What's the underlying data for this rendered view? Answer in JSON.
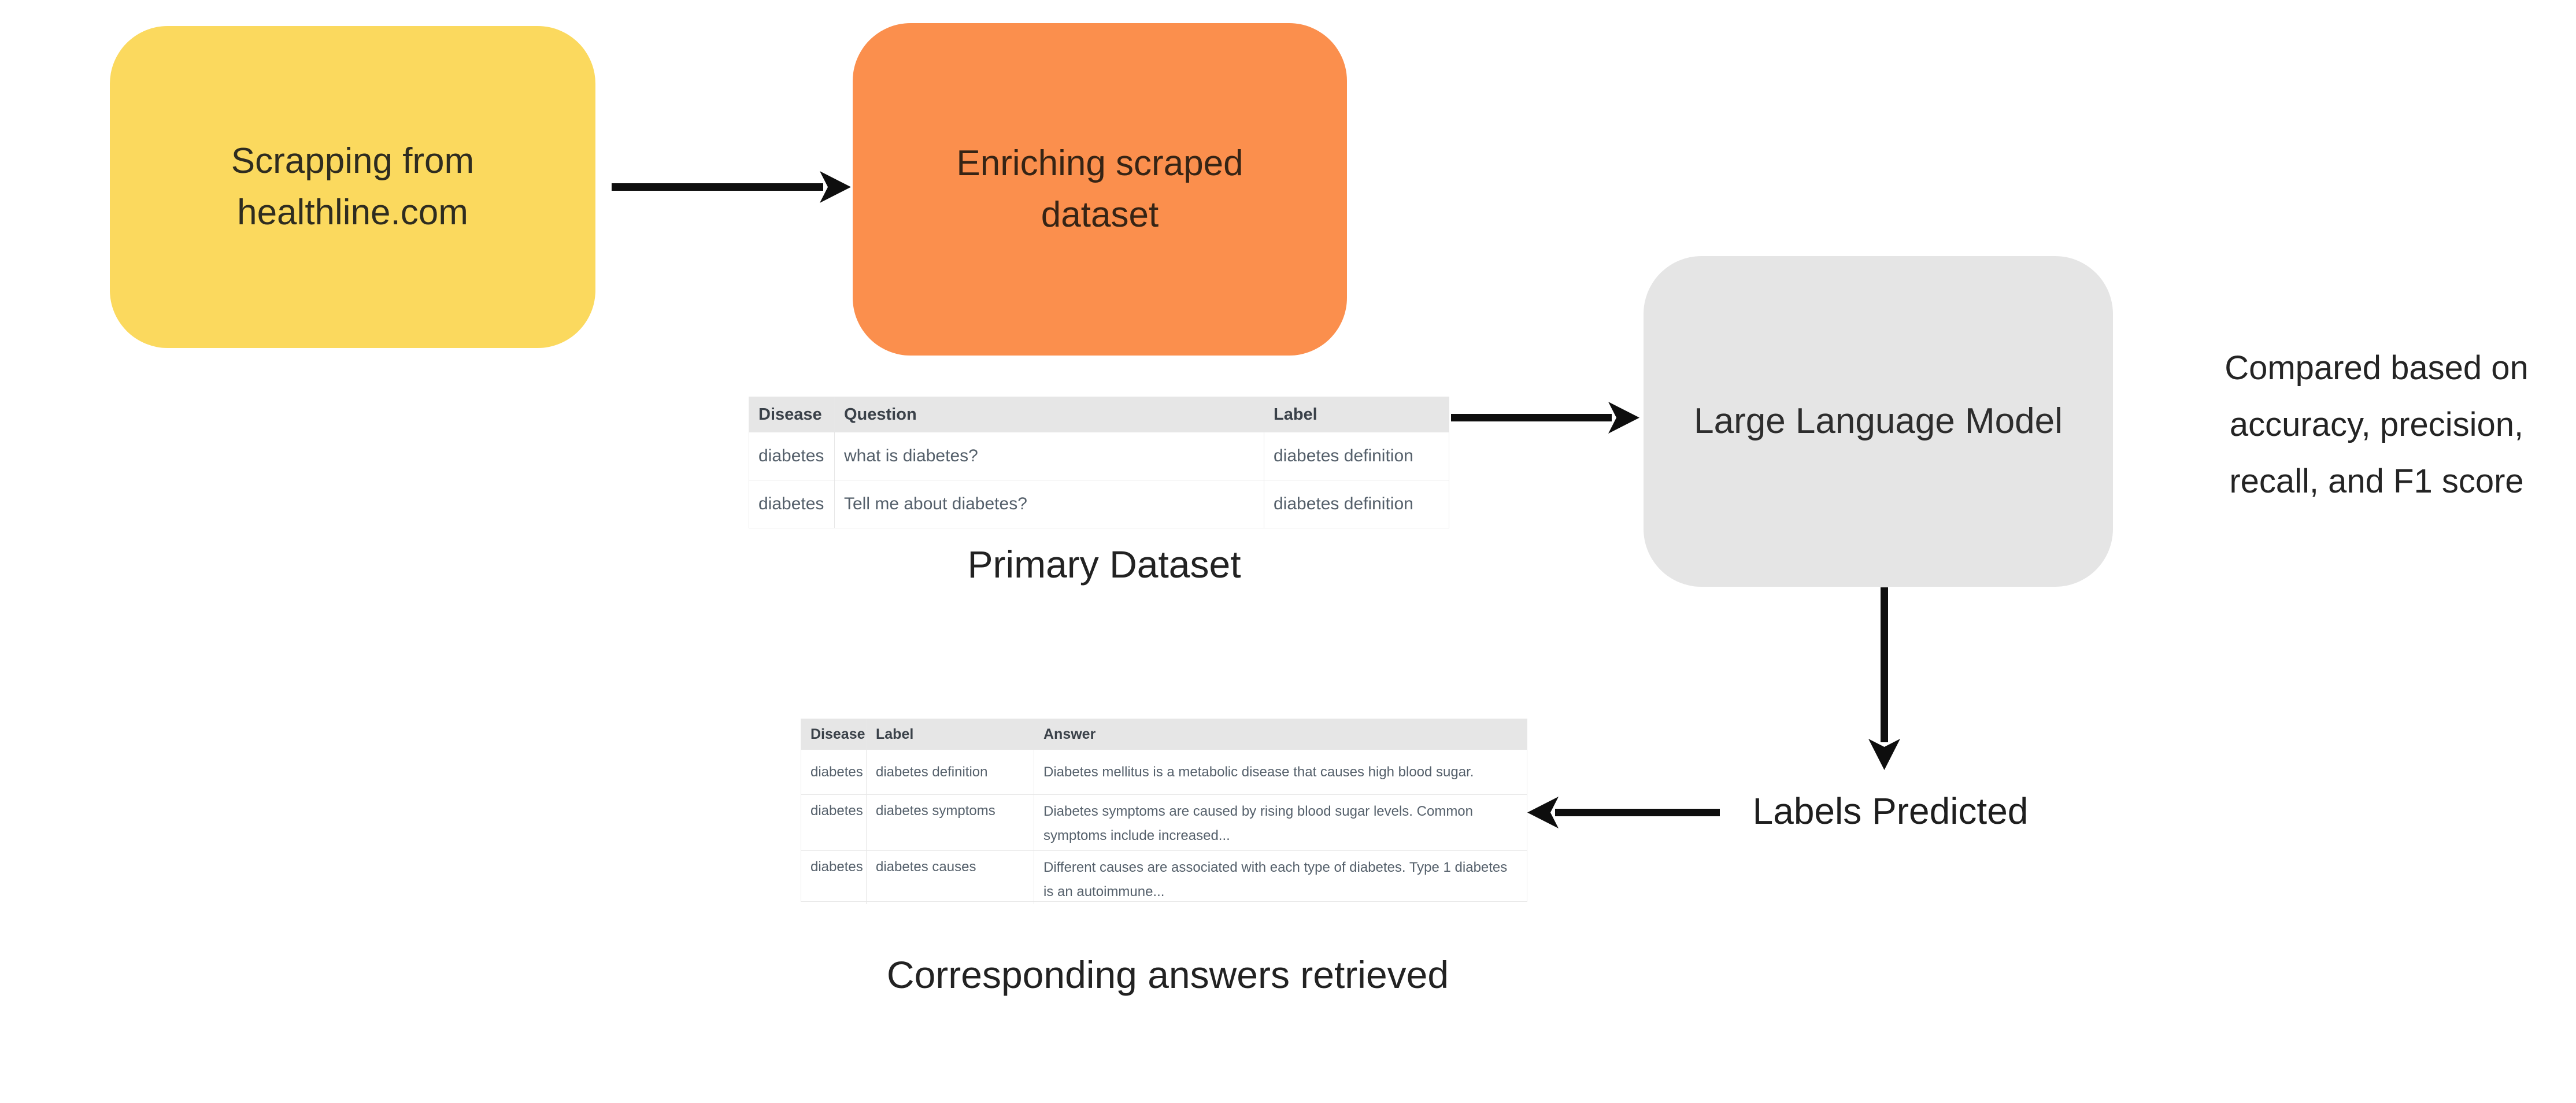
{
  "diagram": {
    "nodes": [
      {
        "id": "scraping",
        "label": "Scrapping from healthline.com",
        "color": "#FBD95E"
      },
      {
        "id": "enriching",
        "label": "Enriching scraped dataset",
        "color": "#FB8F4D"
      },
      {
        "id": "llm",
        "label": "Large Language Model",
        "color": "#E5E5E5"
      }
    ],
    "captions": {
      "primary_dataset": "Primary Dataset",
      "answers_retrieved": "Corresponding answers retrieved",
      "labels_predicted": "Labels Predicted"
    },
    "comparison_note": {
      "lines": [
        "Compared based on",
        "accuracy, precision,",
        "recall, and F1 score"
      ]
    },
    "arrows": [
      {
        "id": "scraping-to-enriching",
        "direction": "right"
      },
      {
        "id": "primary-dataset-to-llm",
        "direction": "right"
      },
      {
        "id": "llm-to-labels-predicted",
        "direction": "down"
      },
      {
        "id": "labels-predicted-to-answers-table",
        "direction": "left"
      }
    ]
  },
  "tables": {
    "primary": {
      "headers": [
        "Disease",
        "Question",
        "Label"
      ],
      "rows": [
        [
          "diabetes",
          "what is diabetes?",
          "diabetes definition"
        ],
        [
          "diabetes",
          "Tell me about diabetes?",
          "diabetes definition"
        ]
      ]
    },
    "answers": {
      "headers": [
        "Disease",
        "Label",
        "Answer"
      ],
      "rows": [
        [
          "diabetes",
          "diabetes definition",
          "Diabetes mellitus is a metabolic disease that causes high blood sugar."
        ],
        [
          "diabetes",
          "diabetes symptoms",
          "Diabetes symptoms are caused by rising blood sugar levels. Common symptoms include increased..."
        ],
        [
          "diabetes",
          "diabetes causes",
          "Different causes are associated with each type of diabetes. Type 1 diabetes is an autoimmune..."
        ]
      ]
    }
  },
  "colors": {
    "background": "#FFFFFF",
    "node_yellow": "#FBD95E",
    "node_orange": "#FB8F4D",
    "node_gray": "#E5E5E5",
    "arrow": "#0E0E0E",
    "table_header_bg": "#E6E6E6",
    "table_text": "#55606B"
  }
}
